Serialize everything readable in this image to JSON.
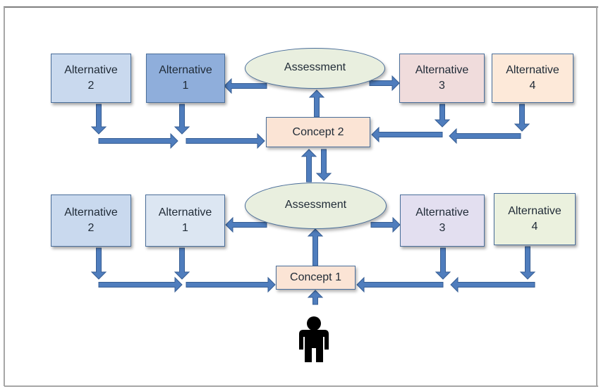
{
  "colors": {
    "arrow_fill": "#4f7dbd",
    "arrow_stroke": "#375e94",
    "box_border": "#4a6e9a",
    "ellipse_fill": "#e9efdf",
    "concept_fill": "#fbe4d5"
  },
  "top": {
    "alt2": {
      "line1": "Alternative",
      "line2": "2",
      "fill": "#c9d9ee"
    },
    "alt1": {
      "line1": "Alternative",
      "line2": "1",
      "fill": "#8faedb"
    },
    "alt3": {
      "line1": "Alternative",
      "line2": "3",
      "fill": "#f0dcdc"
    },
    "alt4": {
      "line1": "Alternative",
      "line2": "4",
      "fill": "#fde9d9"
    },
    "assessment": "Assessment",
    "concept": "Concept 2"
  },
  "bottom": {
    "alt2": {
      "line1": "Alternative",
      "line2": "2",
      "fill": "#c9d9ee"
    },
    "alt1": {
      "line1": "Alternative",
      "line2": "1",
      "fill": "#dce6f2"
    },
    "alt3": {
      "line1": "Alternative",
      "line2": "3",
      "fill": "#e3dff0"
    },
    "alt4": {
      "line1": "Alternative",
      "line2": "4",
      "fill": "#ebf1de"
    },
    "assessment": "Assessment",
    "concept": "Concept 1"
  },
  "person_icon": "person-icon"
}
